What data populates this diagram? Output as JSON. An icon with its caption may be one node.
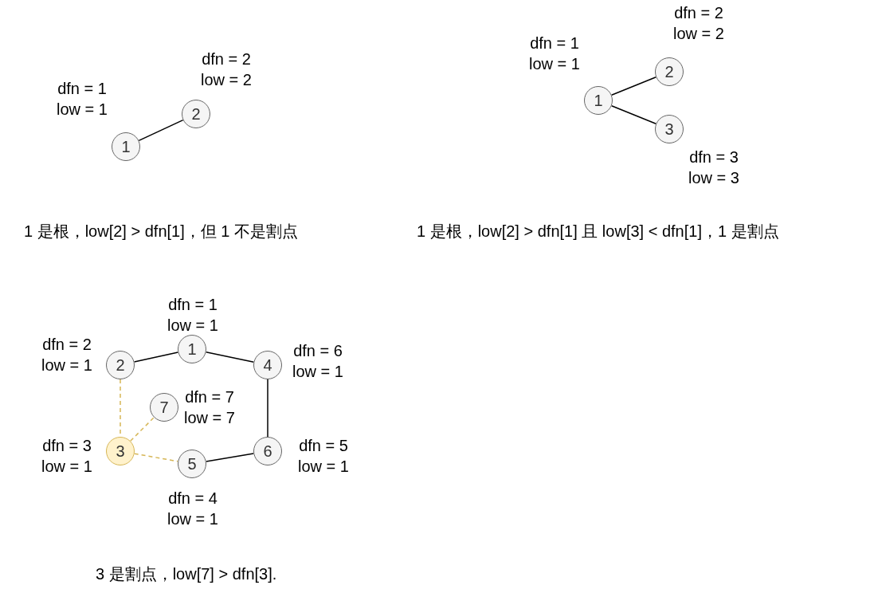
{
  "diagram": {
    "nodes": [
      {
        "text": [
          "1"
        ],
        "beside": [
          "dfn = 1 low = 1"
        ]
      },
      {
        "text": [
          "2"
        ],
        "beside": [
          "dfn = 2 low = 2"
        ]
      },
      {
        "text": [
          "1"
        ],
        "beside": [
          "dfn = 1 low = 1"
        ]
      },
      {
        "text": [
          "2"
        ],
        "beside": [
          "dfn = 2 low = 2"
        ]
      },
      {
        "text": [
          "3"
        ],
        "beside": [
          "dfn = 3 low = 3"
        ]
      },
      {
        "text": [
          "1"
        ],
        "beside": [
          "dfn = 1 low = 1"
        ]
      },
      {
        "text": [
          "2"
        ],
        "beside": [
          "dfn = 2 low = 1"
        ]
      },
      {
        "text": [
          "4"
        ],
        "beside": [
          "dfn = 6 low = 1"
        ]
      },
      {
        "text": [
          "7"
        ],
        "beside": [
          "dfn = 7 low = 7"
        ]
      },
      {
        "text": [
          "3"
        ],
        "beside": [
          "dfn = 3 low = 1"
        ]
      },
      {
        "text": [
          "5"
        ],
        "beside": [
          "dfn = 4 low = 1"
        ]
      },
      {
        "text": [
          "6"
        ],
        "beside": [
          "dfn = 5 low = 1"
        ]
      }
    ],
    "edges": [
      {
        "from": 0,
        "to": 1,
        "arrow": "none"
      },
      {
        "from": 2,
        "to": 3,
        "arrow": "none"
      },
      {
        "from": 2,
        "to": 4,
        "arrow": "none"
      },
      {
        "from": 6,
        "to": 5,
        "arrow": "none"
      },
      {
        "from": 5,
        "to": 7,
        "arrow": "none"
      },
      {
        "from": 7,
        "to": 11,
        "arrow": "none"
      },
      {
        "from": 11,
        "to": 10,
        "arrow": "none"
      },
      {
        "from": 6,
        "to": 9,
        "arrow": "none",
        "style": "dashed",
        "color": "#d6b656"
      },
      {
        "from": 9,
        "to": 8,
        "arrow": "none",
        "style": "dashed",
        "color": "#d6b656"
      },
      {
        "from": 9,
        "to": 10,
        "arrow": "none",
        "style": "dashed",
        "color": "#d6b656"
      }
    ],
    "labels": [
      "1 是根，low[2] > dfn[1]，但 1 不是割点",
      "1 是根，low[2] > dfn[1] 且 low[3] < dfn[1]，1 是割点",
      "3 是割点，low[7] > dfn[3]."
    ]
  }
}
